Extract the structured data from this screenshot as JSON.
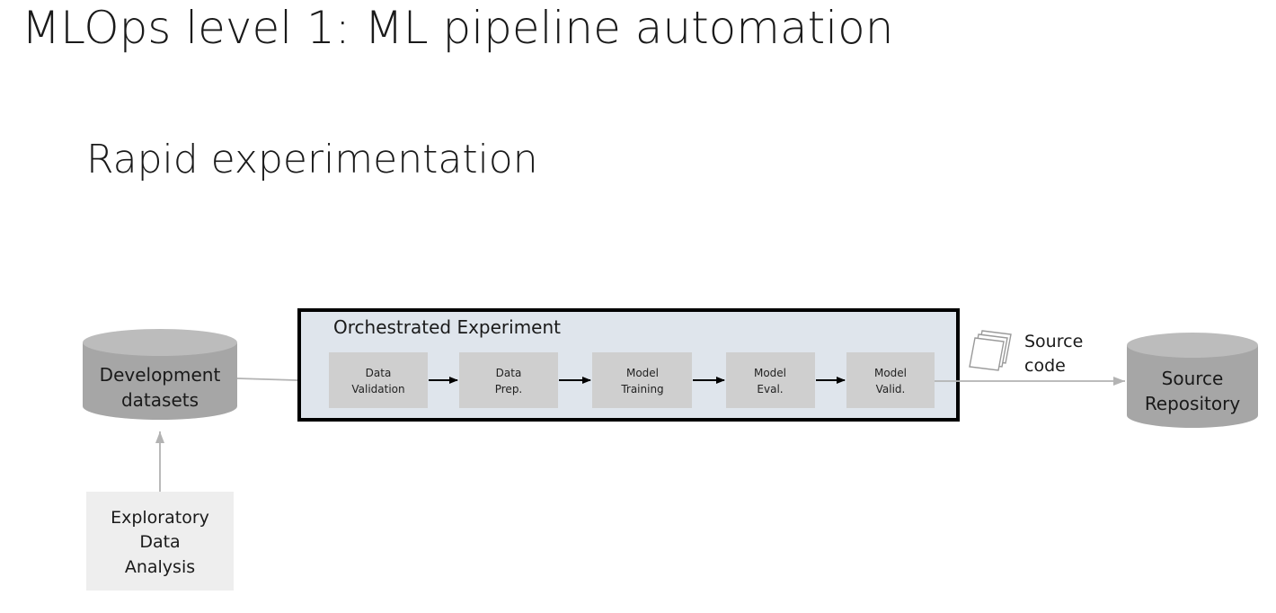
{
  "title": "MLOps level 1: ML pipeline automation",
  "subtitle": "Rapid experimentation",
  "nodes": {
    "development_datasets": [
      "Development",
      "datasets"
    ],
    "exploratory_data_analysis": [
      "Exploratory",
      "Data",
      "Analysis"
    ],
    "orchestrated_experiment_title": "Orchestrated Experiment",
    "steps": [
      [
        "Data",
        "Validation"
      ],
      [
        "Data",
        "Prep."
      ],
      [
        "Model",
        "Training"
      ],
      [
        "Model",
        "Eval."
      ],
      [
        "Model",
        "Valid."
      ]
    ],
    "source_code": [
      "Source",
      "code"
    ],
    "source_repository": [
      "Source",
      "Repository"
    ]
  },
  "colors": {
    "cylinder_fill": "#a6a6a6",
    "cylinder_top": "#bfbfbf",
    "eda_fill": "#eeeeee",
    "experiment_fill": "#dfe5ec",
    "step_fill": "#cfcfcf",
    "connector_gray": "#b3b3b3",
    "arrow_black": "#000000"
  }
}
